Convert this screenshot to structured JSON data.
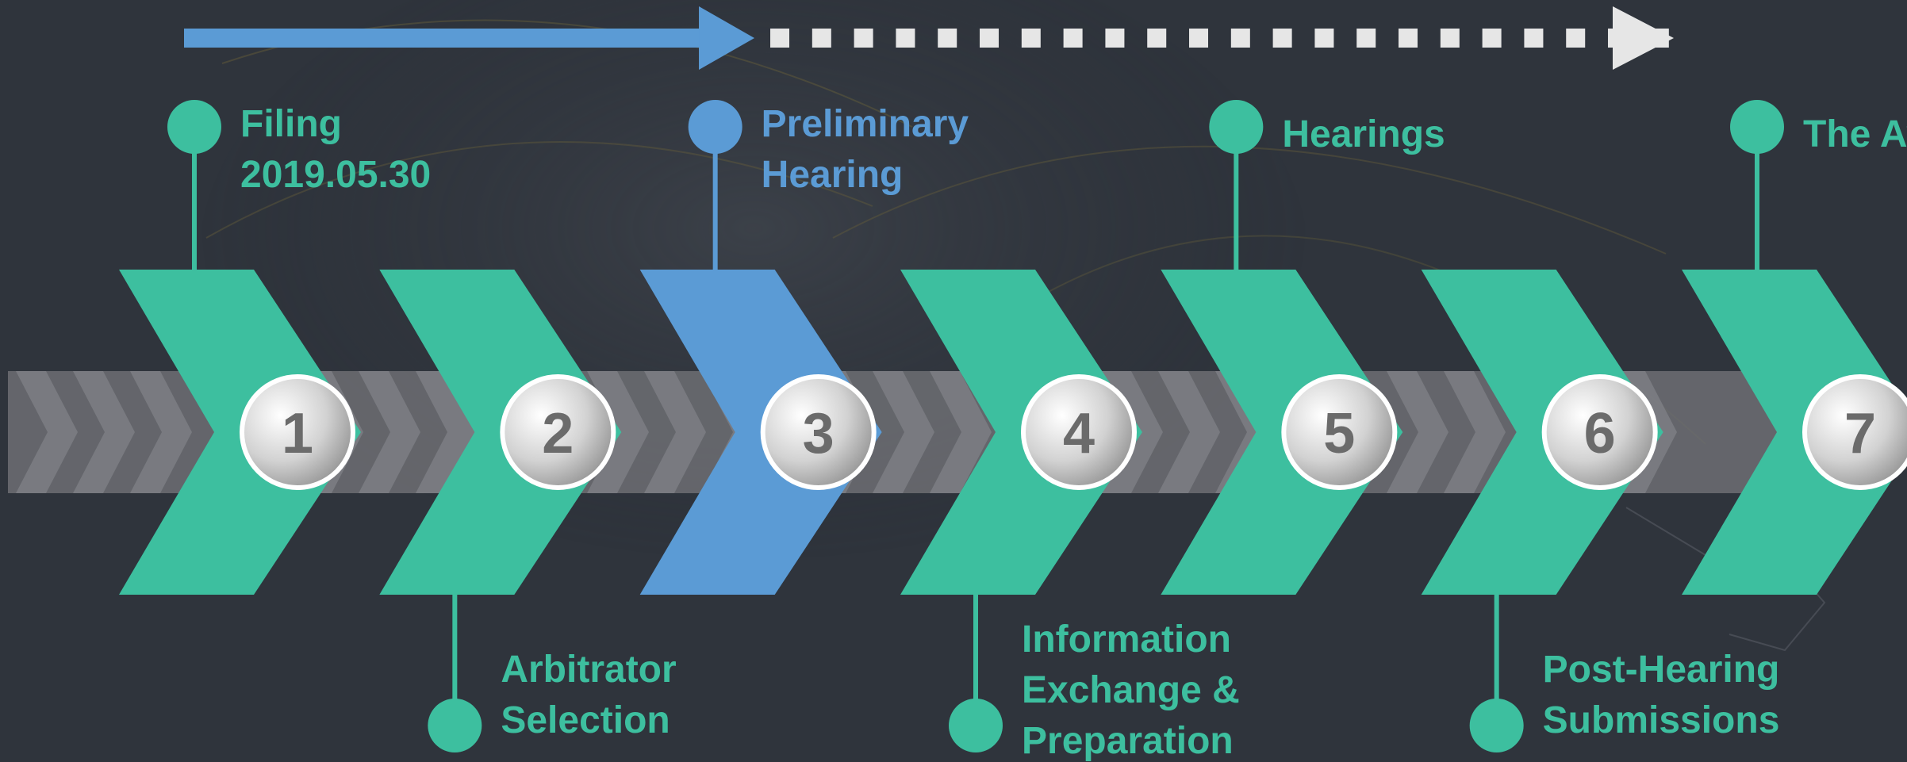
{
  "colors": {
    "background": "#2f343c",
    "green": "#3dbf9f",
    "blue": "#5b9bd5",
    "dot_fill": "#e6e6e6",
    "number_text": "#6b6b6b",
    "track_arrow": "#6d6f73"
  },
  "progress": {
    "completed_steps": 3,
    "total_steps": 7
  },
  "steps": [
    {
      "number": "1",
      "label_lines": [
        "Filing",
        "2019.05.30"
      ],
      "status": "done",
      "label_side": "top"
    },
    {
      "number": "2",
      "label_lines": [
        "Arbitrator",
        "Selection"
      ],
      "status": "done",
      "label_side": "bottom"
    },
    {
      "number": "3",
      "label_lines": [
        "Preliminary",
        "Hearing"
      ],
      "status": "current",
      "label_side": "top"
    },
    {
      "number": "4",
      "label_lines": [
        "Information",
        "Exchange &",
        "Preparation"
      ],
      "status": "pending",
      "label_side": "bottom"
    },
    {
      "number": "5",
      "label_lines": [
        "Hearings"
      ],
      "status": "pending",
      "label_side": "top"
    },
    {
      "number": "6",
      "label_lines": [
        "Post-Hearing",
        "Submissions"
      ],
      "status": "pending",
      "label_side": "bottom"
    },
    {
      "number": "7",
      "label_lines": [
        "The Award"
      ],
      "status": "pending",
      "label_side": "top"
    }
  ]
}
